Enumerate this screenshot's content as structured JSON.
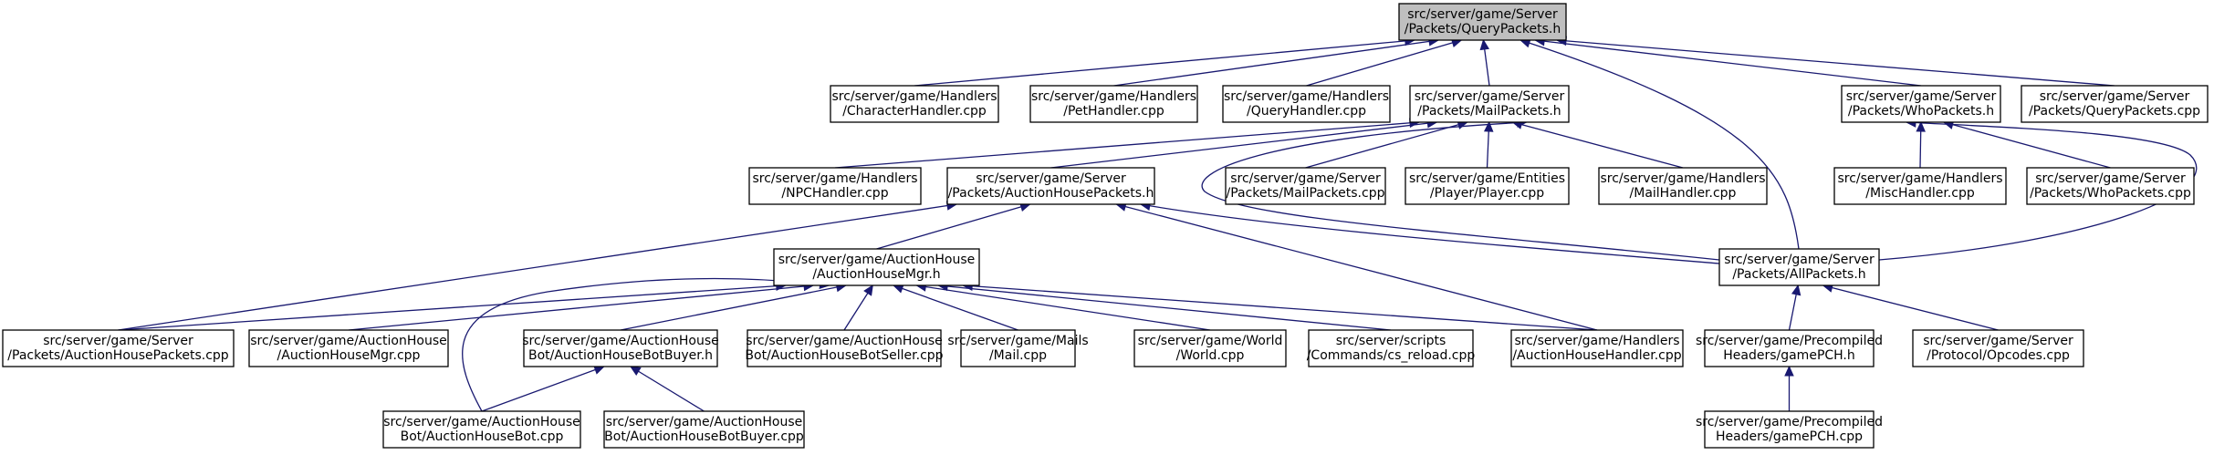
{
  "diagram": {
    "nodes": [
      {
        "id": "n0",
        "lines": [
          "src/server/game/Server",
          "/Packets/QueryPackets.h"
        ],
        "root": true
      },
      {
        "id": "n1",
        "lines": [
          "src/server/game/Handlers",
          "/CharacterHandler.cpp"
        ]
      },
      {
        "id": "n2",
        "lines": [
          "src/server/game/Handlers",
          "/PetHandler.cpp"
        ]
      },
      {
        "id": "n3",
        "lines": [
          "src/server/game/Handlers",
          "/QueryHandler.cpp"
        ]
      },
      {
        "id": "n4",
        "lines": [
          "src/server/game/Server",
          "/Packets/MailPackets.h"
        ]
      },
      {
        "id": "n5",
        "lines": [
          "src/server/game/Server",
          "/Packets/WhoPackets.h"
        ]
      },
      {
        "id": "n6",
        "lines": [
          "src/server/game/Server",
          "/Packets/QueryPackets.cpp"
        ]
      },
      {
        "id": "n7",
        "lines": [
          "src/server/game/Handlers",
          "/NPCHandler.cpp"
        ]
      },
      {
        "id": "n8",
        "lines": [
          "src/server/game/Server",
          "/Packets/AuctionHousePackets.h"
        ]
      },
      {
        "id": "n9",
        "lines": [
          "src/server/game/Server",
          "/Packets/MailPackets.cpp"
        ]
      },
      {
        "id": "n10",
        "lines": [
          "src/server/game/Entities",
          "/Player/Player.cpp"
        ]
      },
      {
        "id": "n11",
        "lines": [
          "src/server/game/Handlers",
          "/MailHandler.cpp"
        ]
      },
      {
        "id": "n12",
        "lines": [
          "src/server/game/Handlers",
          "/MiscHandler.cpp"
        ]
      },
      {
        "id": "n13",
        "lines": [
          "src/server/game/Server",
          "/Packets/WhoPackets.cpp"
        ]
      },
      {
        "id": "n14",
        "lines": [
          "src/server/game/AuctionHouse",
          "/AuctionHouseMgr.h"
        ]
      },
      {
        "id": "n15",
        "lines": [
          "src/server/game/Server",
          "/Packets/AllPackets.h"
        ]
      },
      {
        "id": "n16",
        "lines": [
          "src/server/game/Server",
          "/Packets/AuctionHousePackets.cpp"
        ]
      },
      {
        "id": "n17",
        "lines": [
          "src/server/game/AuctionHouse",
          "/AuctionHouseMgr.cpp"
        ]
      },
      {
        "id": "n18",
        "lines": [
          "src/server/game/AuctionHouse",
          "Bot/AuctionHouseBotBuyer.h"
        ]
      },
      {
        "id": "n19",
        "lines": [
          "src/server/game/AuctionHouse",
          "Bot/AuctionHouseBotSeller.cpp"
        ]
      },
      {
        "id": "n20",
        "lines": [
          "src/server/game/Mails",
          "/Mail.cpp"
        ]
      },
      {
        "id": "n21",
        "lines": [
          "src/server/game/World",
          "/World.cpp"
        ]
      },
      {
        "id": "n22",
        "lines": [
          "src/server/scripts",
          "/Commands/cs_reload.cpp"
        ]
      },
      {
        "id": "n23",
        "lines": [
          "src/server/game/Handlers",
          "/AuctionHouseHandler.cpp"
        ]
      },
      {
        "id": "n24",
        "lines": [
          "src/server/game/Precompiled",
          "Headers/gamePCH.h"
        ]
      },
      {
        "id": "n25",
        "lines": [
          "src/server/game/Server",
          "/Protocol/Opcodes.cpp"
        ]
      },
      {
        "id": "n26",
        "lines": [
          "src/server/game/AuctionHouse",
          "Bot/AuctionHouseBot.cpp"
        ]
      },
      {
        "id": "n27",
        "lines": [
          "src/server/game/AuctionHouse",
          "Bot/AuctionHouseBotBuyer.cpp"
        ]
      },
      {
        "id": "n28",
        "lines": [
          "src/server/game/Precompiled",
          "Headers/gamePCH.cpp"
        ]
      }
    ],
    "edges": [
      [
        "n0",
        "n1"
      ],
      [
        "n0",
        "n2"
      ],
      [
        "n0",
        "n3"
      ],
      [
        "n0",
        "n4"
      ],
      [
        "n0",
        "n5"
      ],
      [
        "n0",
        "n6"
      ],
      [
        "n0",
        "n15"
      ],
      [
        "n4",
        "n7"
      ],
      [
        "n4",
        "n8"
      ],
      [
        "n4",
        "n9"
      ],
      [
        "n4",
        "n10"
      ],
      [
        "n4",
        "n11"
      ],
      [
        "n4",
        "n15"
      ],
      [
        "n5",
        "n12"
      ],
      [
        "n5",
        "n13"
      ],
      [
        "n5",
        "n15"
      ],
      [
        "n8",
        "n14"
      ],
      [
        "n8",
        "n16"
      ],
      [
        "n8",
        "n23"
      ],
      [
        "n8",
        "n15"
      ],
      [
        "n14",
        "n16"
      ],
      [
        "n14",
        "n17"
      ],
      [
        "n14",
        "n18"
      ],
      [
        "n14",
        "n19"
      ],
      [
        "n14",
        "n20"
      ],
      [
        "n14",
        "n21"
      ],
      [
        "n14",
        "n22"
      ],
      [
        "n14",
        "n23"
      ],
      [
        "n14",
        "n26"
      ],
      [
        "n18",
        "n26"
      ],
      [
        "n18",
        "n27"
      ],
      [
        "n15",
        "n24"
      ],
      [
        "n15",
        "n25"
      ],
      [
        "n24",
        "n28"
      ]
    ],
    "colors": {
      "edge": "#191970",
      "root_fill": "#bfbfbf",
      "node_fill": "#ffffff",
      "node_stroke": "#000000"
    }
  }
}
